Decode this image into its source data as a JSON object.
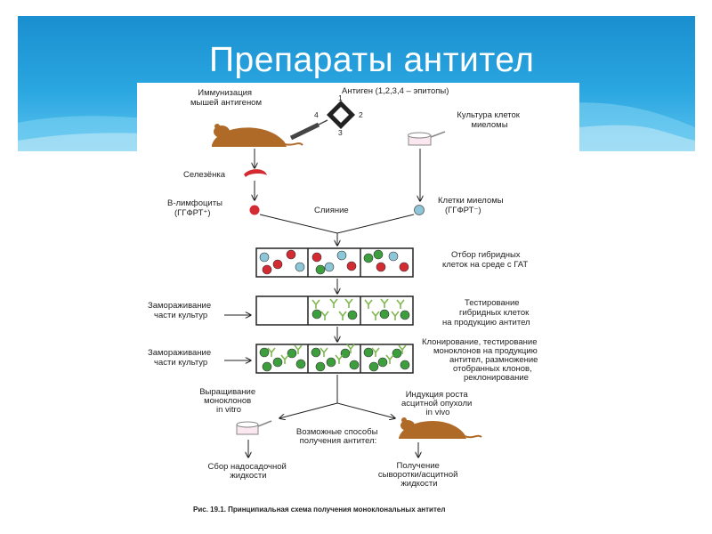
{
  "slide": {
    "title": "Препараты антител"
  },
  "diagram": {
    "antigen_label": "Антиген (1,2,3,4 – эпитопы)",
    "epitopes": [
      "1",
      "2",
      "3",
      "4"
    ],
    "immunization": [
      "Иммунизация",
      "мышей антигеном"
    ],
    "myeloma_culture": [
      "Культура клеток",
      "миеломы"
    ],
    "spleen": "Селезёнка",
    "b_lymphocytes": [
      "В-лимфоциты",
      "(ГГФРТ⁺)"
    ],
    "fusion": "Слияние",
    "myeloma_cells": [
      "Клетки миеломы",
      "(ГГФРТ⁻)"
    ],
    "hybrid_selection": [
      "Отбор гибридных",
      "клеток на среде с ГАТ"
    ],
    "freezing_1": [
      "Замораживание",
      "части культур"
    ],
    "testing": [
      "Тестирование",
      "гибридных клеток",
      "на продукцию антител"
    ],
    "freezing_2": [
      "Замораживание",
      "части культур"
    ],
    "cloning": [
      "Клонирование, тестирование",
      "моноклонов на продукцию",
      "антител, размножение",
      "отобранных клонов,",
      "реклонирование"
    ],
    "in_vitro": [
      "Выращивание",
      "моноклонов",
      "in vitro"
    ],
    "in_vivo": [
      "Индукция роста",
      "асцитной опухоли",
      "in vivo"
    ],
    "methods": [
      "Возможные способы",
      "получения антител:"
    ],
    "supernatant": [
      "Сбор надосадочной",
      "жидкости"
    ],
    "serum": [
      "Получение",
      "сыворотки/асцитной",
      "жидкости"
    ],
    "caption": "Рис. 19.1. Принципиальная схема получения моноклональных антител",
    "colors": {
      "lymphocyte": "#d42a32",
      "myeloma": "#8cc6d8",
      "hybrid": "#3d9e3d",
      "mouse": "#b06a28",
      "antibody": "#7fb850"
    }
  }
}
